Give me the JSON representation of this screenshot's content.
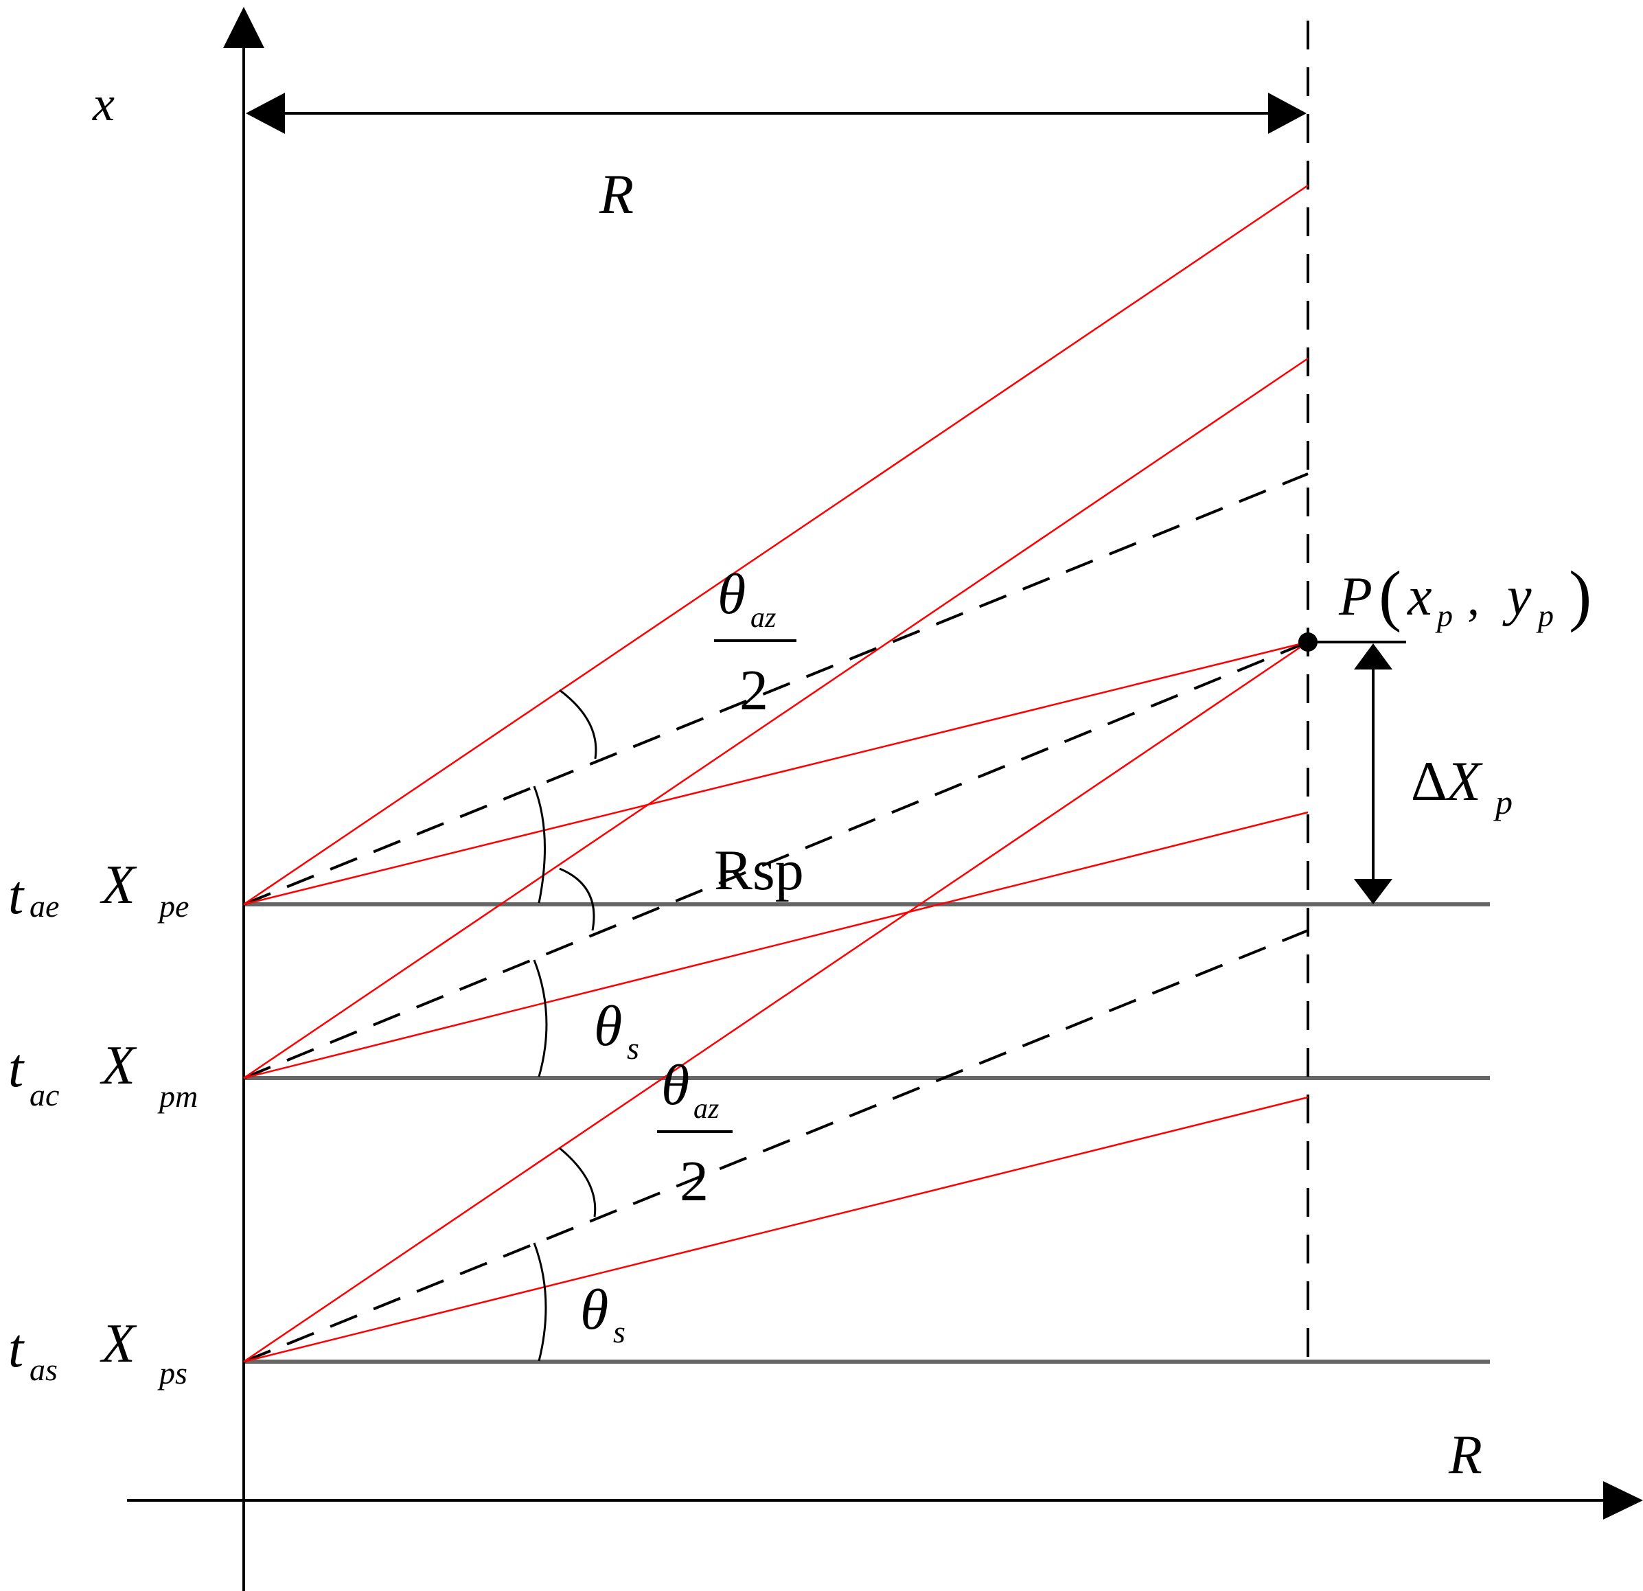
{
  "colors": {
    "ray": "#ff0000",
    "axis": "#000000",
    "baseline": "#666666",
    "background": "#ffffff"
  },
  "axes": {
    "vertical_label": "x",
    "horizontal_label": "R"
  },
  "range_label": "R",
  "point": {
    "name": "P",
    "x_sub": "x",
    "x_sub_index": "p",
    "y_sub": "y",
    "y_sub_index": "p"
  },
  "offset": {
    "delta": "Δ",
    "symbol": "X",
    "sub": "p"
  },
  "positions": [
    {
      "t": "t",
      "t_sub": "ae",
      "x": "X",
      "x_sub": "pe"
    },
    {
      "t": "t",
      "t_sub": "ac",
      "x": "X",
      "x_sub": "pm"
    },
    {
      "t": "t",
      "t_sub": "as",
      "x": "X",
      "x_sub": "ps"
    }
  ],
  "slant_range_label": "Rsp",
  "angles": {
    "theta": "θ",
    "half_beam_sub": "az",
    "half_beam_denominator": "2",
    "squint_sub": "s"
  }
}
